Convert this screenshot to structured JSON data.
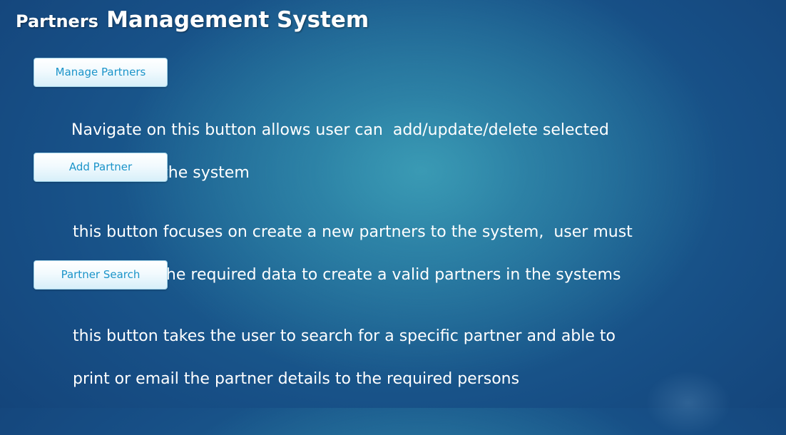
{
  "header": {
    "title_part1": "Partners",
    "title_part2": "Management System"
  },
  "sections": [
    {
      "button_label": "Manage Partners",
      "description_line1": "Navigate on this button allows user can  add/update/delete selected",
      "description_line2": "partners in the system"
    },
    {
      "button_label": "Add Partner",
      "description_line1": "this button focuses on create a new partners to the system,  user must",
      "description_line2": "provide all the required data to create a valid partners in the systems"
    },
    {
      "button_label": "Partner Search",
      "description_line1": "this button takes the user to search for a specific partner and able to",
      "description_line2": "print or email the partner details to the required persons"
    }
  ],
  "colors": {
    "background_dark": "#123d72",
    "background_light": "#3a9ab4",
    "button_text": "#1b94c9",
    "body_text": "#ffffff"
  }
}
